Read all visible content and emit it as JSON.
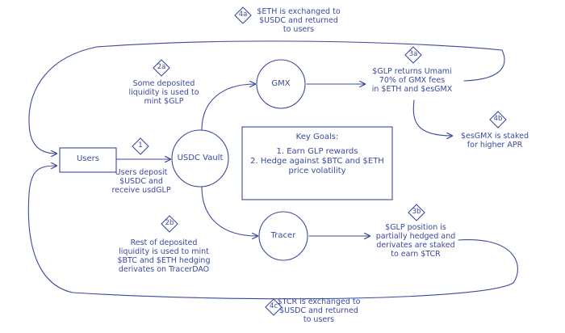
{
  "nodes": {
    "users": "Users",
    "vault": "USDC Vault",
    "gmx": "GMX",
    "tracer": "Tracer"
  },
  "key_goals": {
    "title": "Key Goals:",
    "item1": "1. Earn GLP rewards",
    "item2": "2. Hedge against $BTC and $ETH",
    "item3": "price volatility"
  },
  "steps": {
    "s1": {
      "badge": "1",
      "text": "Users deposit\n$USDC and\nreceive usdGLP"
    },
    "s2a": {
      "badge": "2a",
      "text": "Some deposited\nliquidity is used to\nmint $GLP"
    },
    "s2b": {
      "badge": "2b",
      "text": "Rest of deposited\nliquidity is used to mint\n$BTC and $ETH hedging\nderivates on TracerDAO"
    },
    "s3a": {
      "badge": "3a",
      "text": "$GLP returns Umami\n70% of GMX fees\nin $ETH and $esGMX"
    },
    "s3b": {
      "badge": "3b",
      "text": "$GLP position is\npartially hedged and\nderivates are staked\nto earn $TCR"
    },
    "s4a": {
      "badge": "4a",
      "text": "$ETH is exchanged to\n$USDC and returned\nto users"
    },
    "s4b": {
      "badge": "4b",
      "text": "$esGMX is staked\nfor higher APR"
    },
    "s4c": {
      "badge": "4c",
      "text": "$TCR is exchanged to\n$USDC and returned\nto users"
    }
  },
  "colors": {
    "ink": "#3b4a9c",
    "background": "#ffffff"
  }
}
